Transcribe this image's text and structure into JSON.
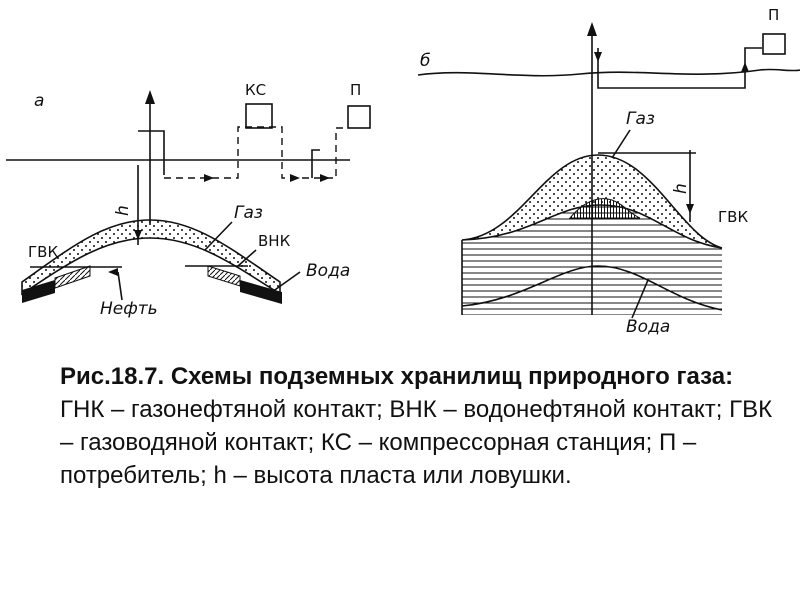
{
  "diagram": {
    "a": {
      "panel_letter": "а",
      "station_label": "КС",
      "consumer_label": "П",
      "height_label": "h",
      "gas_label": "Газ",
      "gvk_label": "ГВК",
      "vnk_label": "ВНК",
      "water_label": "Вода",
      "oil_label": "Нефть"
    },
    "b": {
      "panel_letter": "б",
      "consumer_label": "П",
      "gas_label": "Газ",
      "height_label": "h",
      "gvk_label": "ГВК",
      "water_label": "Вода"
    }
  },
  "caption": {
    "title": "Рис.18.7.  Схемы подземных хранилищ природного газа:",
    "text": "  ГНК – газонефтяной контакт; ВНК – водонефтяной контакт; ГВК – газоводяной контакт; КС – компрессорная станция; П – потребитель; h – высота пласта или ловушки."
  }
}
